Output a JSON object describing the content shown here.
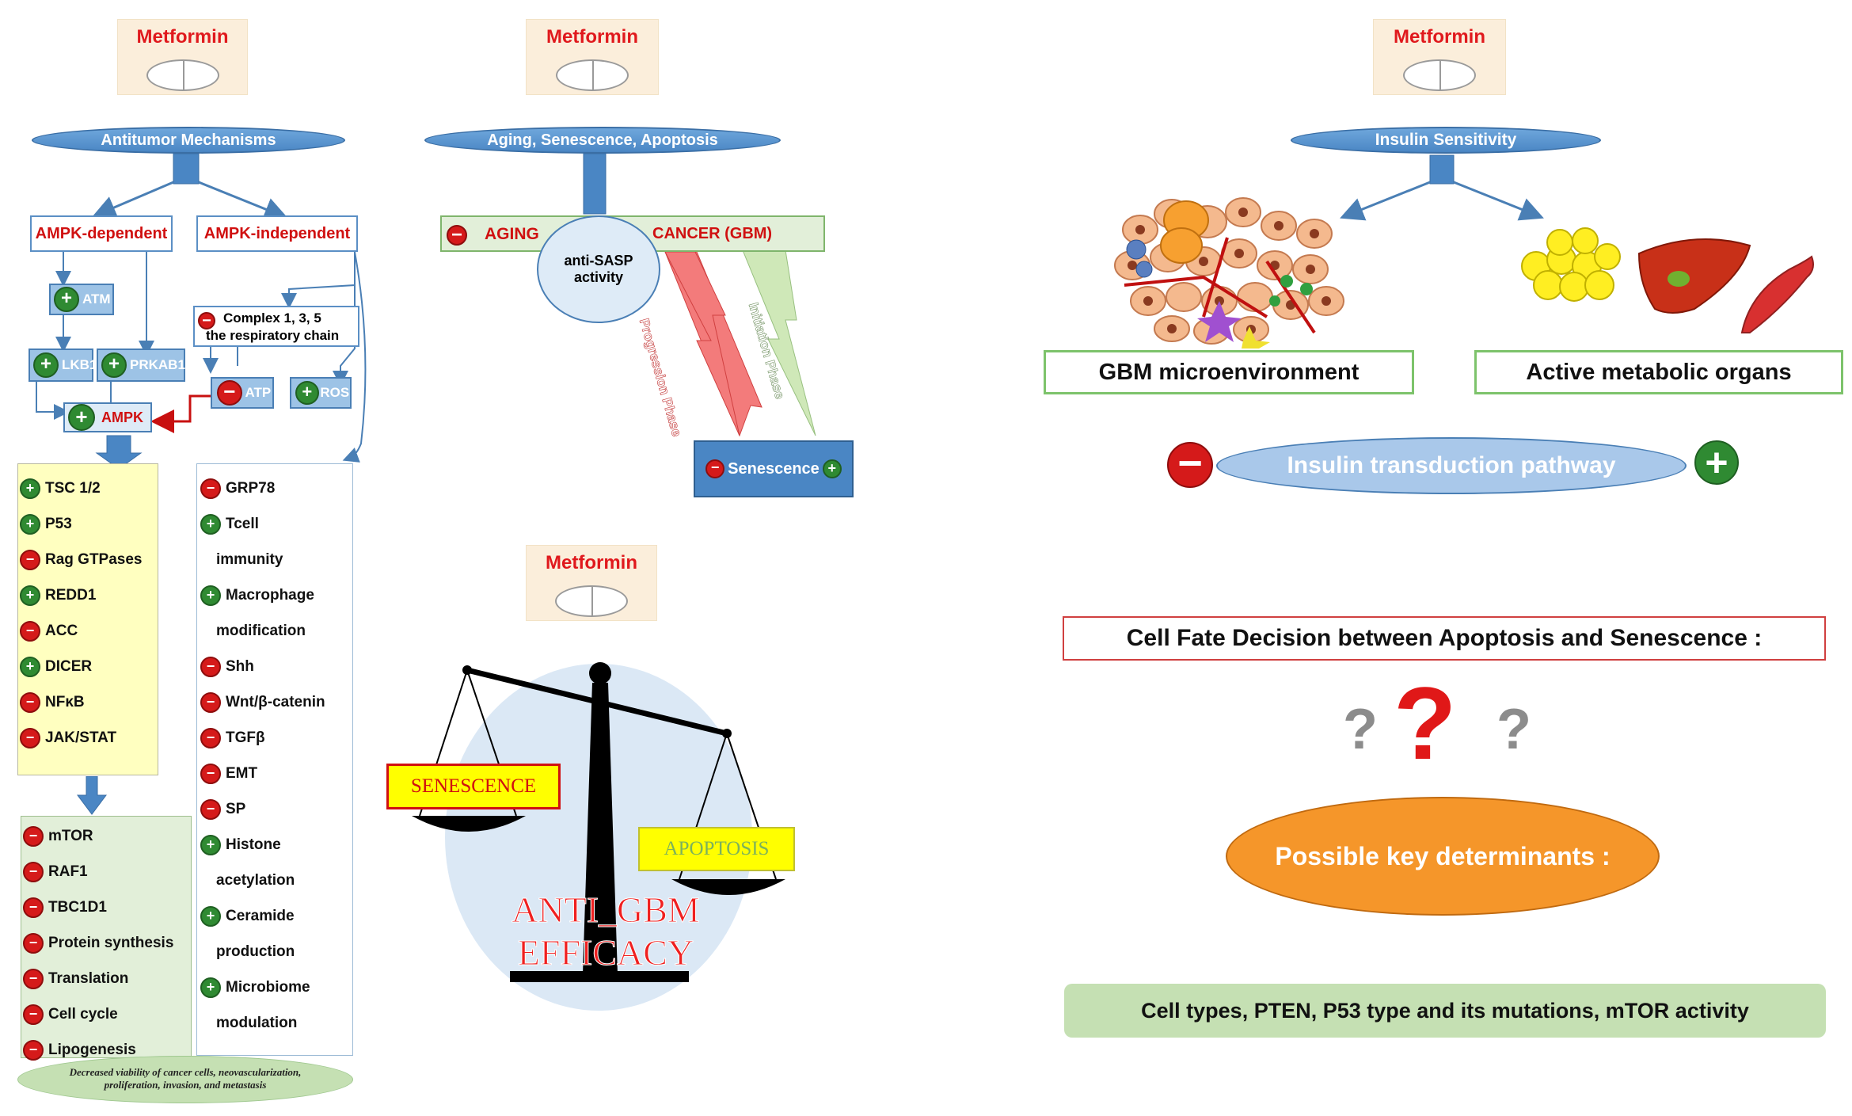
{
  "left": {
    "metformin": "Metformin",
    "mechanisms": "Antitumor Mechanisms",
    "ampk_dependent": "AMPK-dependent",
    "ampk_independent": "AMPK-independent",
    "atm": "ATM",
    "lkb1": "LKB1",
    "prkab1": "PRKAB1",
    "ampk": "AMPK",
    "complex_line1": "Complex 1, 3, 5",
    "complex_line2": "the respiratory chain",
    "atp": "ATP",
    "ros": "ROS",
    "dep_list1": [
      {
        "sign": "plus",
        "label": "TSC 1/2"
      },
      {
        "sign": "plus",
        "label": "P53"
      },
      {
        "sign": "minus",
        "label": "Rag GTPases"
      },
      {
        "sign": "plus",
        "label": "REDD1"
      },
      {
        "sign": "minus",
        "label": "ACC"
      },
      {
        "sign": "plus",
        "label": "DICER"
      },
      {
        "sign": "minus",
        "label": "NFκB"
      },
      {
        "sign": "minus",
        "label": "JAK/STAT"
      }
    ],
    "dep_list2": [
      {
        "sign": "minus",
        "label": "mTOR"
      },
      {
        "sign": "minus",
        "label": "RAF1"
      },
      {
        "sign": "minus",
        "label": "TBC1D1"
      },
      {
        "sign": "minus",
        "label": "Protein synthesis"
      },
      {
        "sign": "minus",
        "label": "Translation"
      },
      {
        "sign": "minus",
        "label": "Cell cycle"
      },
      {
        "sign": "minus",
        "label": "Lipogenesis"
      }
    ],
    "indep_list": [
      {
        "sign": "minus",
        "label": "GRP78"
      },
      {
        "sign": "plus",
        "label": "Tcell"
      },
      {
        "sign": "",
        "label": "immunity"
      },
      {
        "sign": "plus",
        "label": "Macrophage"
      },
      {
        "sign": "",
        "label": "modification"
      },
      {
        "sign": "minus",
        "label": "Shh"
      },
      {
        "sign": "minus",
        "label": "Wnt/β-catenin"
      },
      {
        "sign": "minus",
        "label": "TGFβ"
      },
      {
        "sign": "minus",
        "label": "EMT"
      },
      {
        "sign": "minus",
        "label": "SP"
      },
      {
        "sign": "plus",
        "label": "Histone"
      },
      {
        "sign": "",
        "label": "acetylation"
      },
      {
        "sign": "plus",
        "label": "Ceramide"
      },
      {
        "sign": "",
        "label": "production"
      },
      {
        "sign": "plus",
        "label": "Microbiome"
      },
      {
        "sign": "",
        "label": "modulation"
      }
    ],
    "outcome_line1": "Decreased viability of cancer cells, neovascularization,",
    "outcome_line2": "proliferation, invasion, and metastasis"
  },
  "middle": {
    "metformin": "Metformin",
    "mechanisms": "Aging, Senescence, Apoptosis",
    "aging": "AGING",
    "cancer": "CANCER (GBM)",
    "anti_sasp1": "anti-SASP",
    "anti_sasp2": "activity",
    "progression": "Progression Phase",
    "initiation": "Initiation Phase",
    "senescence_box": "Senescence",
    "metformin2": "Metformin",
    "senescence_pan": "SENESCENCE",
    "apoptosis_pan": "APOPTOSIS",
    "efficacy1": "ANTI_GBM",
    "efficacy2": "EFFICACY"
  },
  "right": {
    "metformin": "Metformin",
    "insulin": "Insulin Sensitivity",
    "gbm_micro": "GBM microenvironment",
    "organs": "Active metabolic organs",
    "pathway": "Insulin transduction pathway",
    "cell_fate": "Cell Fate Decision between Apoptosis and Senescence :",
    "determinants": "Possible key determinants :",
    "cell_types": "Cell types, PTEN, P53 type and its mutations, mTOR activity"
  },
  "colors": {
    "accent_blue": "#4a86c4",
    "red": "#e0191d",
    "green": "#2f8a32",
    "yellow_box": "#ffffc0",
    "green_box": "#e2efd9",
    "orange": "#f5962a"
  }
}
